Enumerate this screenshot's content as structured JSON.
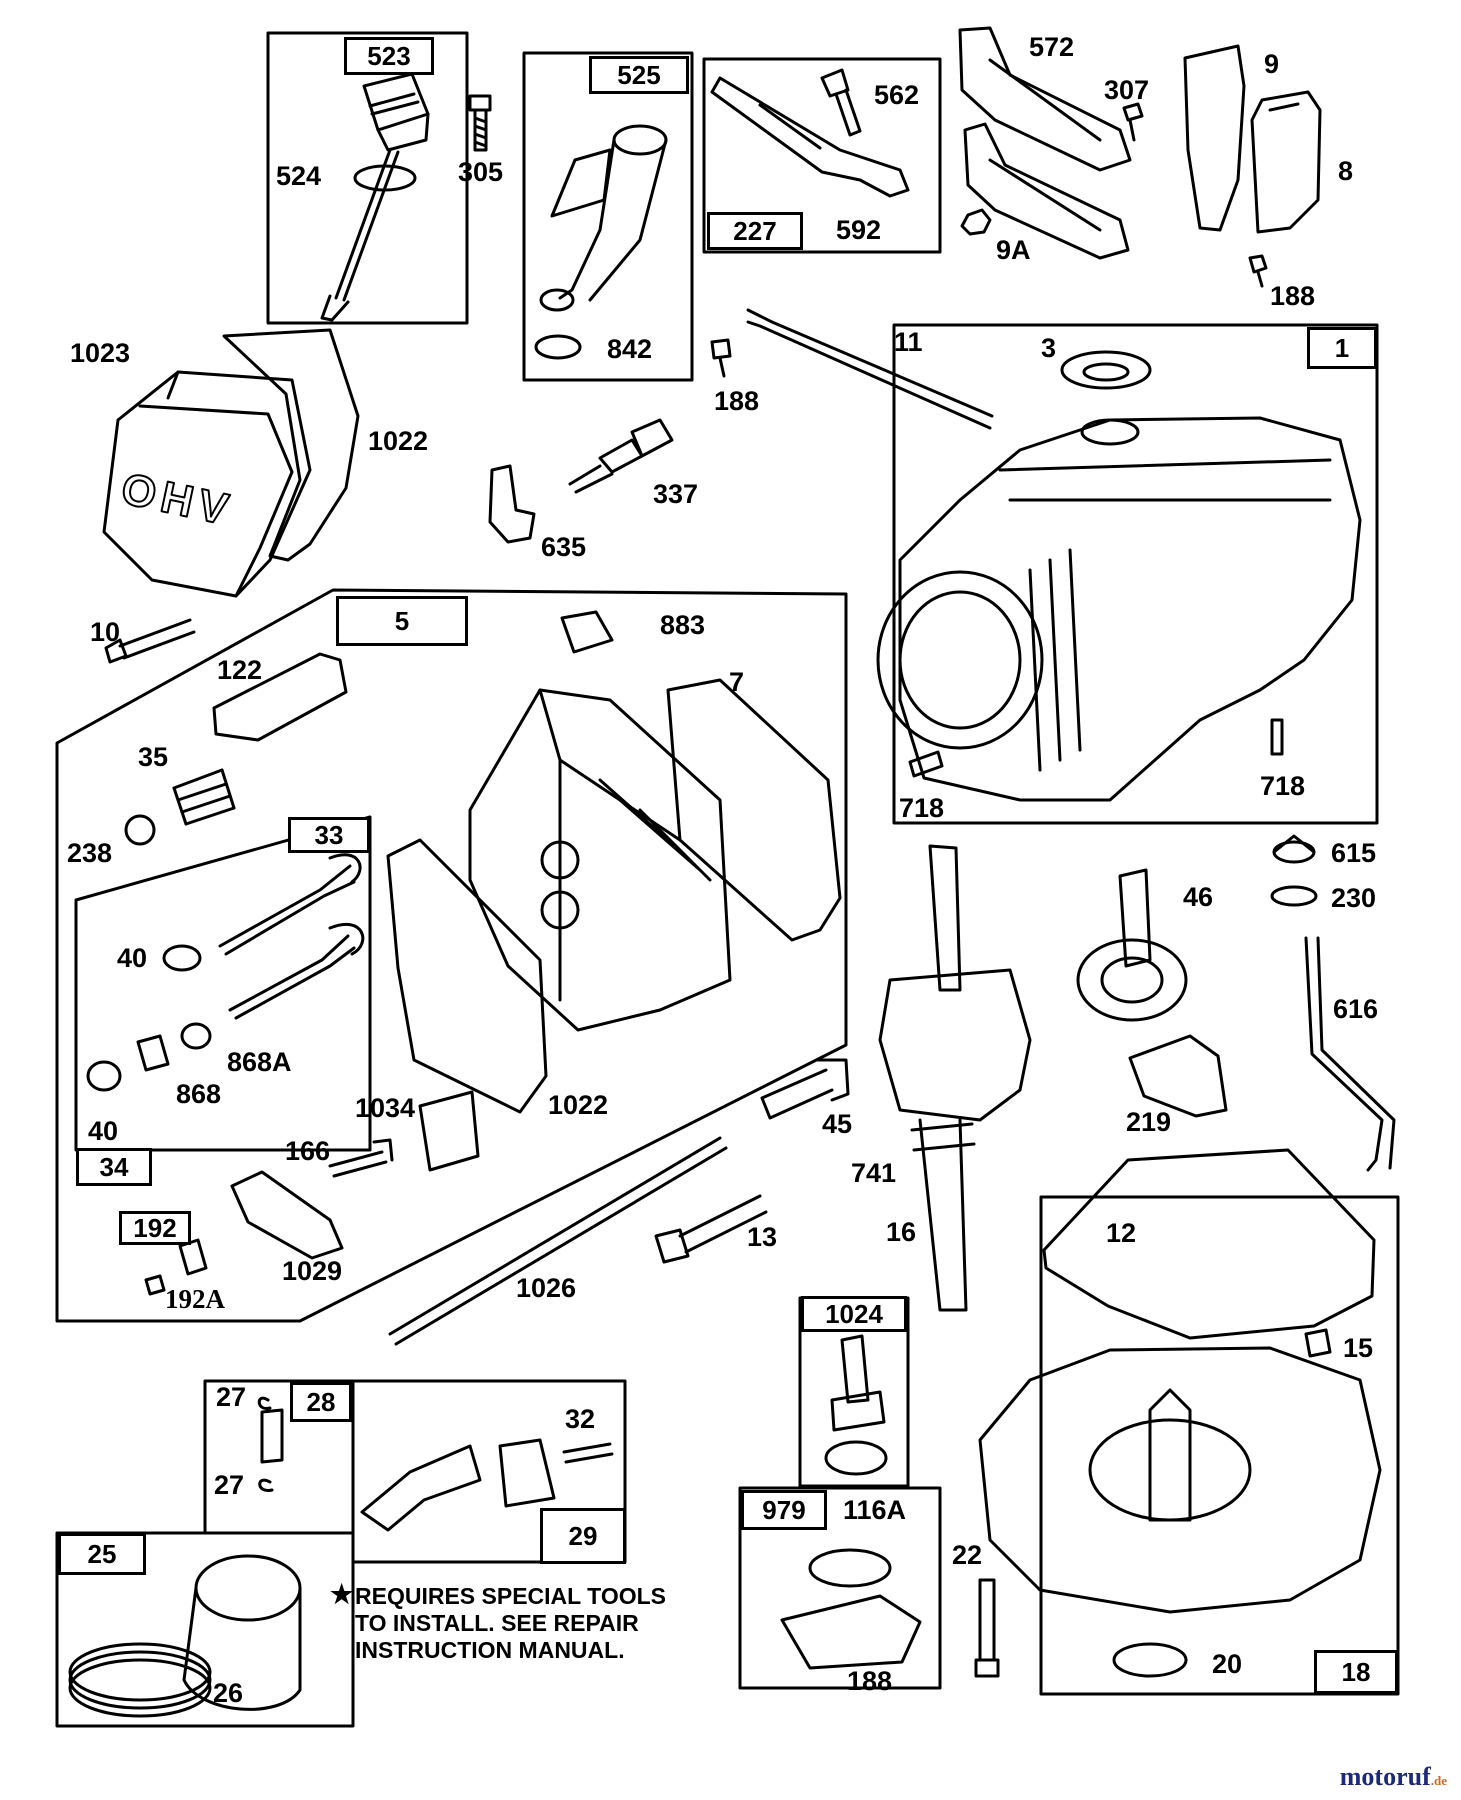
{
  "diagram": {
    "callouts": {
      "c523": "523",
      "c524": "524",
      "c305": "305",
      "c525": "525",
      "c842": "842",
      "c562": "562",
      "c227": "227",
      "c592": "592",
      "c572": "572",
      "c307": "307",
      "c9": "9",
      "c9a": "9A",
      "c8": "8",
      "c188a": "188",
      "c1023": "1023",
      "c1022a": "1022",
      "c188b": "188",
      "c11": "11",
      "c3": "3",
      "c1": "1",
      "c337": "337",
      "c635": "635",
      "c10": "10",
      "c5": "5",
      "c883": "883",
      "c7": "7",
      "c122": "122",
      "c35": "35",
      "c238": "238",
      "c33": "33",
      "c40a": "40",
      "c868a": "868A",
      "c868": "868",
      "c40b": "40",
      "c34": "34",
      "c1022b": "1022",
      "c1034": "1034",
      "c166": "166",
      "c192": "192",
      "c192a": "192A",
      "c1029": "1029",
      "c718a": "718",
      "c718b": "718",
      "c615": "615",
      "c230": "230",
      "c46": "46",
      "c616": "616",
      "c219": "219",
      "c45": "45",
      "c741": "741",
      "c16": "16",
      "c13": "13",
      "c1026": "1026",
      "c12": "12",
      "c1024": "1024",
      "c15": "15",
      "c27a": "27",
      "c28": "28",
      "c32": "32",
      "c25": "25",
      "c27b": "27",
      "c29": "29",
      "c26": "26",
      "c979": "979",
      "c116a": "116A",
      "c188c": "188",
      "c22": "22",
      "c20": "20",
      "c18": "18"
    },
    "cover_lettering": "OHV",
    "note": {
      "star": "★",
      "line1": "REQUIRES SPECIAL TOOLS",
      "line2": "TO INSTALL.  SEE REPAIR",
      "line3": "INSTRUCTION MANUAL."
    },
    "watermark": {
      "brand": "motoruf",
      "suffix": ".de"
    }
  }
}
